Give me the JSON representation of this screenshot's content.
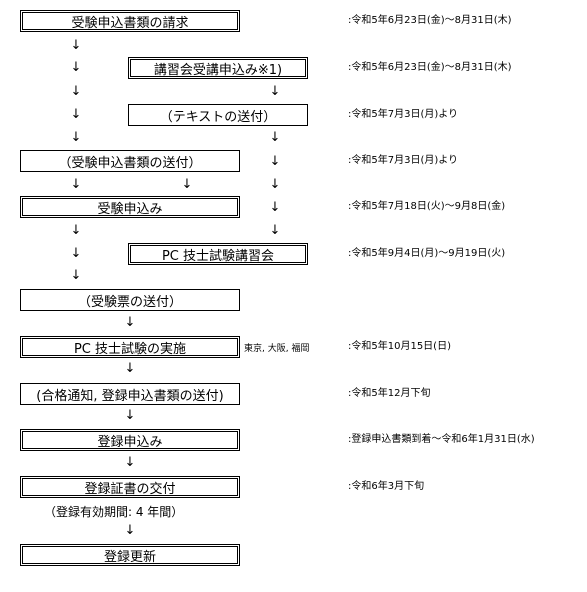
{
  "steps": [
    {
      "label": "受験申込書類の請求",
      "date": ":令和5年6月23日(金)〜8月31日(木)"
    },
    {
      "label": "講習会受講申込み※1)",
      "date": ":令和5年6月23日(金)〜8月31日(木)"
    },
    {
      "label": "（テキストの送付）",
      "date": ":令和5年7月3日(月)より"
    },
    {
      "label": "（受験申込書類の送付）",
      "date": ":令和5年7月3日(月)より"
    },
    {
      "label": "受験申込み",
      "date": ":令和5年7月18日(火)〜9月8日(金)"
    },
    {
      "label": "PC 技士試験講習会",
      "date": ":令和5年9月4日(月)〜9月19日(火)"
    },
    {
      "label": "（受験票の送付）"
    },
    {
      "label": "PC 技士試験の実施",
      "date": ":令和5年10月15日(日)",
      "side": "東京, 大阪, 福岡"
    },
    {
      "label": "(合格通知, 登録申込書類の送付)",
      "date": ":令和5年12月下旬"
    },
    {
      "label": "登録申込み",
      "date": ":登録申込書類到着〜令和6年1月31日(水)"
    },
    {
      "label": "登録証書の交付",
      "date": ":令和6年3月下旬"
    },
    {
      "label": "登録更新"
    }
  ],
  "validity_note": "（登録有効期間: 4 年間）",
  "arrow_glyph": "↓"
}
